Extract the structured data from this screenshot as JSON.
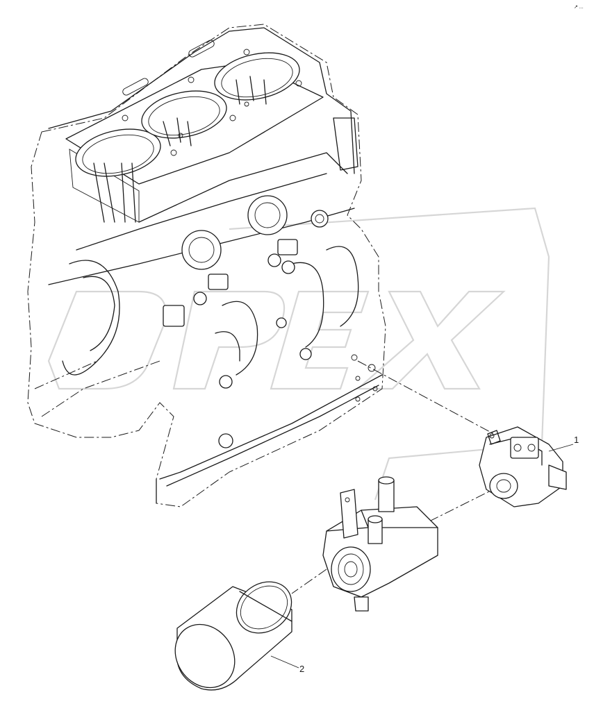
{
  "drawing": {
    "corner_mark": "↗ ..."
  },
  "callouts": [
    {
      "id": "1",
      "label": "1",
      "part": "oil-filter-head"
    },
    {
      "id": "2",
      "label": "2",
      "part": "oil-filter-cartridge"
    }
  ],
  "watermark": {
    "text": "DPEX",
    "color": "#d6d6d6"
  },
  "colors": {
    "line": "#1a1a1a",
    "background": "#ffffff"
  }
}
